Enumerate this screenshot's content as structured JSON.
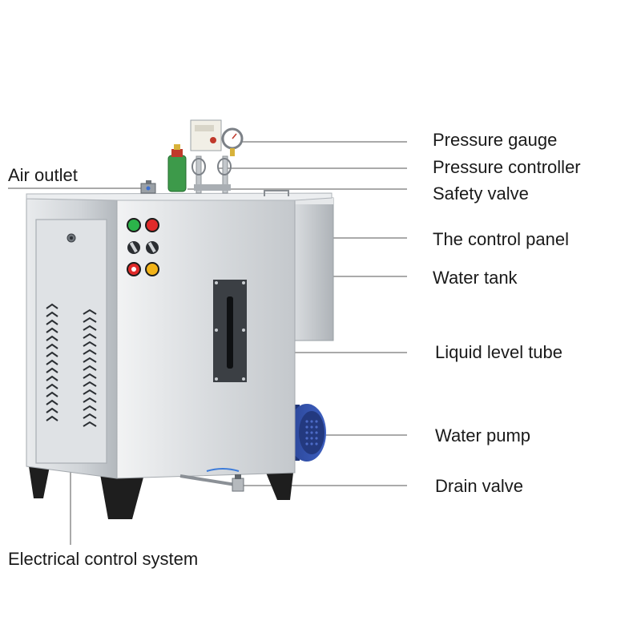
{
  "labels": {
    "pressure_gauge": "Pressure gauge",
    "pressure_controller": "Pressure controller",
    "safety_valve": "Safety valve",
    "air_outlet": "Air outlet",
    "control_panel": "The control panel",
    "water_tank": "Water tank",
    "liquid_level_tube": "Liquid level tube",
    "water_pump": "Water pump",
    "drain_valve": "Drain valve",
    "electrical_control_system": "Electrical control system"
  },
  "colors": {
    "steel_light": "#e6e8ea",
    "steel_dark": "#b9bec3",
    "pump_blue": "#2f4fa8",
    "valve_green": "#3d9a4a",
    "button_green": "#2bb34a",
    "button_red": "#e02a2a",
    "button_yellow": "#f2b318",
    "leader_line": "#555555"
  },
  "icons": [
    "steam-generator-illustration",
    "pressure-gauge-icon",
    "pump-fan-icon",
    "vent-chevron-icon"
  ]
}
